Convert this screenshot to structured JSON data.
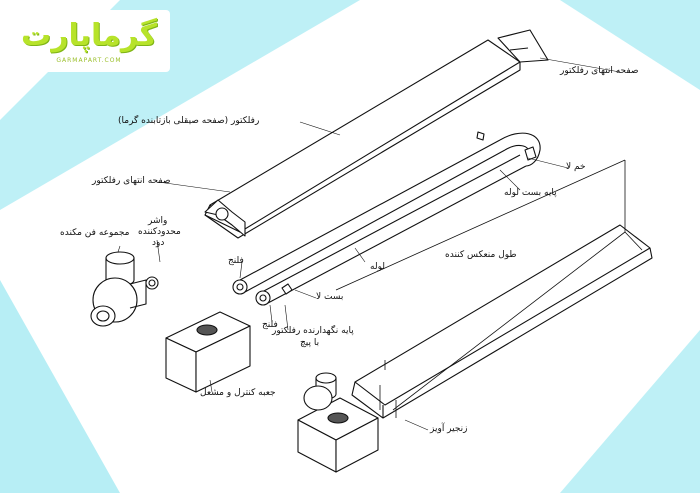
{
  "brand": {
    "name": "گرماپارت",
    "tagline": "GARMAPART.COM",
    "bg_color": "#b7eef5",
    "accent_color": "#b7e32a"
  },
  "labels": {
    "end_plate_top": "صفحه انتهای رفلکتور",
    "reflector": "رفلکتور (صفحه صیقلی بازتابنده گرما)",
    "end_plate_left": "صفحه انتهای رفلکتور",
    "elbow": "خم لا",
    "tube_clamp_base": "پایه بست لوله",
    "fan_assembly": "مجموعه فن مکنده",
    "damper_line1": "واشر",
    "damper_line2": "محدودکننده",
    "damper_line3": "دود",
    "flange_upper": "فلنج",
    "tube": "لوله",
    "reflector_length": "طول منعکس کننده",
    "clamp": "بست لا",
    "flange_lower": "فلنج",
    "reflector_support_line1": "پایه نگهدارنده رفلکتور",
    "reflector_support_line2": "با پیچ",
    "control_box": "جعبه کنترل و مشعل",
    "hanging_chain": "زنجیر آویز"
  }
}
